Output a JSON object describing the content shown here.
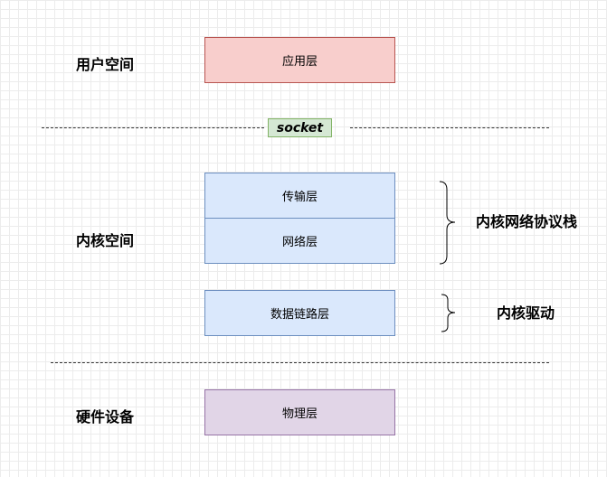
{
  "regions": {
    "user_space": "用户空间",
    "kernel_space": "内核空间",
    "hardware": "硬件设备"
  },
  "socket_label": "socket",
  "layers": {
    "application": "应用层",
    "transport": "传输层",
    "network": "网络层",
    "datalink": "数据链路层",
    "physical": "物理层"
  },
  "groups": {
    "protocol_stack": "内核网络协议栈",
    "driver": "内核驱动"
  },
  "colors": {
    "red_fill": "#f8cecc",
    "blue_fill": "#dae8fc",
    "purple_fill": "#e1d5e7",
    "green_fill": "#d5e8d4"
  }
}
